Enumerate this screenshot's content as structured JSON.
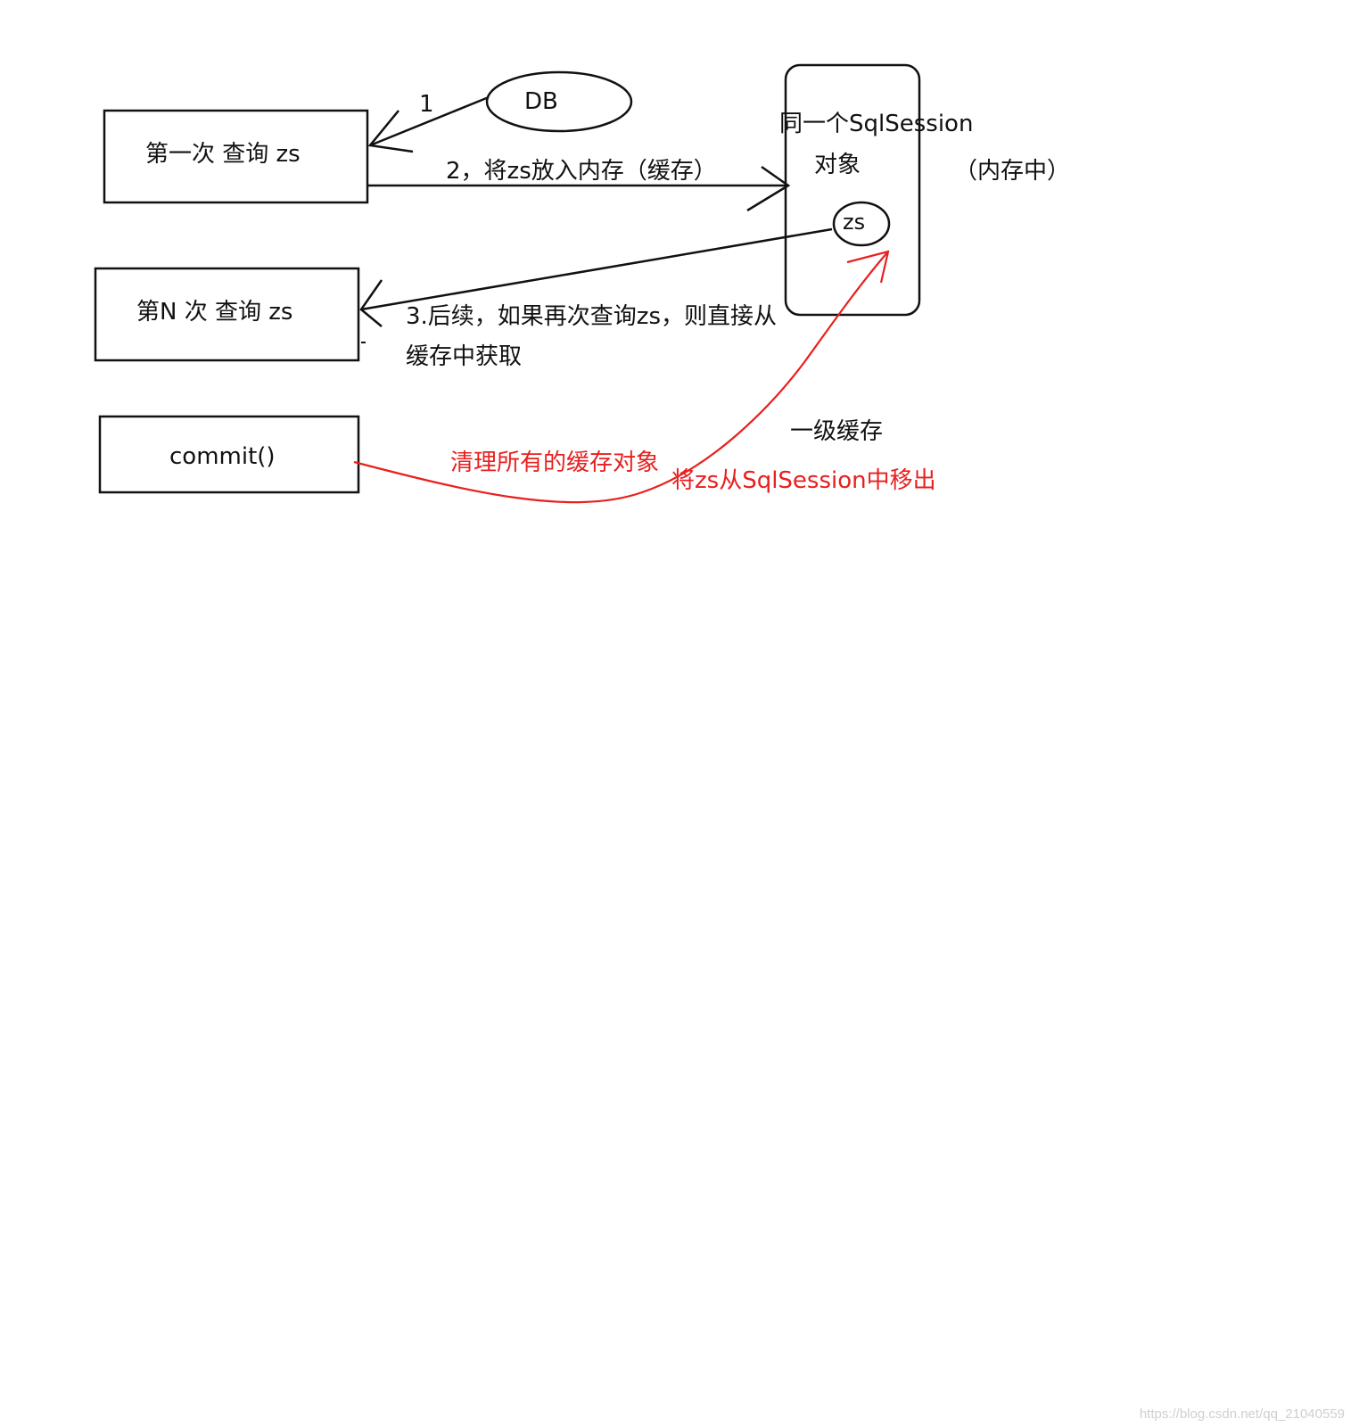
{
  "boxes": {
    "first_query": "第一次  查询 zs",
    "nth_query": "第N 次  查询 zs",
    "commit": "commit()"
  },
  "db_label": "DB",
  "session": {
    "title_line1": "同一个SqlSession",
    "title_line2": "对象",
    "zs_label": "zs",
    "memory_note": "（内存中）"
  },
  "edges": {
    "step1": "1",
    "step2": "2，将zs放入内存（缓存）",
    "step3_line1": "3.后续，如果再次查询zs，则直接从",
    "step3_line2": "缓存中获取"
  },
  "cache_level": "一级缓存",
  "commit_notes": {
    "clear_all": "清理所有的缓存对象",
    "remove_zs": "将zs从SqlSession中移出"
  },
  "colors": {
    "ink": "#111111",
    "red": "#e8201f"
  },
  "watermark": "https://blog.csdn.net/qq_21040559"
}
